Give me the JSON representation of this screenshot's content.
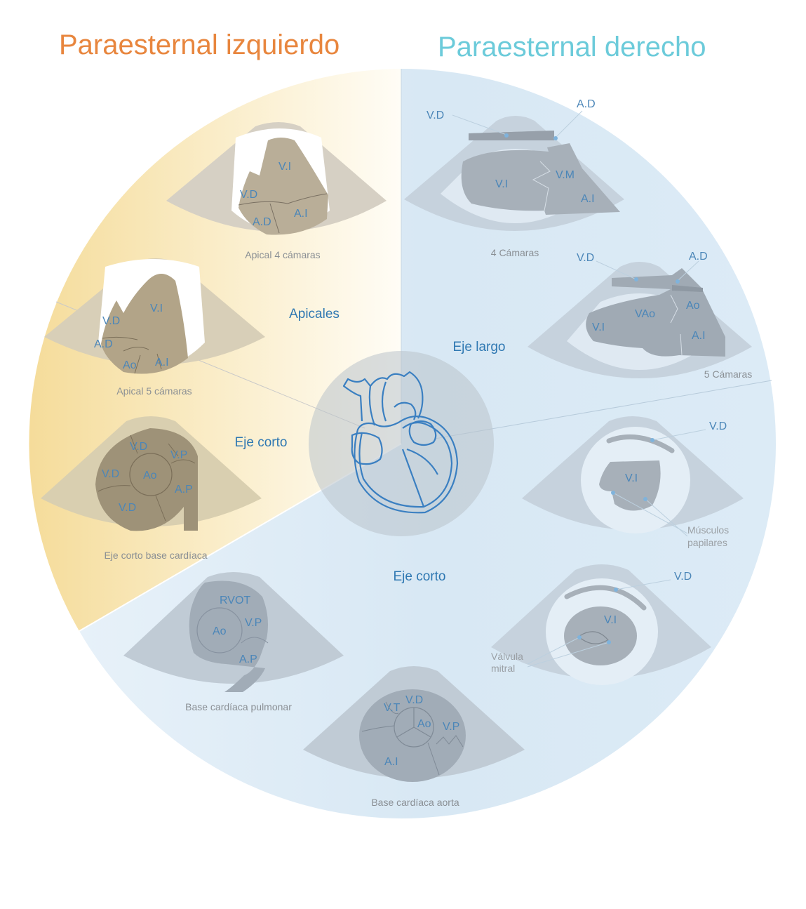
{
  "titles": {
    "left": "Paraesternal izquierdo",
    "right": "Paraesternal derecho"
  },
  "colors": {
    "left_title": "#e8863e",
    "right_title": "#6ccbda",
    "left_sector": "#f7e2a4",
    "right_sector": "#d6e8f4",
    "chamber_label": "#4b86b8",
    "heart_outline": "#3a7fc1"
  },
  "sections": {
    "apicales": "Apicales",
    "eje_corto_left": "Eje corto",
    "eje_largo": "Eje largo",
    "eje_corto_bottom": "Eje corto"
  },
  "views": {
    "apical4": {
      "caption": "Apical 4 cámaras",
      "labels": {
        "vi": "V.I",
        "vd": "V.D",
        "ai": "A.I",
        "ad": "A.D"
      }
    },
    "apical5": {
      "caption": "Apical 5 cámaras",
      "labels": {
        "vi": "V.I",
        "vd": "V.D",
        "ad": "A.D",
        "ao": "Ao",
        "ai": "A.I"
      }
    },
    "ejecortobase": {
      "caption": "Eje corto base cardíaca",
      "labels": {
        "vd1": "V.D",
        "vp": "V.P",
        "vd2": "V.D",
        "ao": "Ao",
        "ap": "A.P",
        "vd3": "V.D"
      }
    },
    "cuatrocam": {
      "caption": "4 Cámaras",
      "labels": {
        "vd": "V.D",
        "ad": "A.D",
        "vi": "V.I",
        "vm": "V.M",
        "ai": "A.I"
      }
    },
    "cincocam": {
      "caption": "5 Cámaras",
      "labels": {
        "vd": "V.D",
        "ad": "A.D",
        "vao": "VAo",
        "ao": "Ao",
        "vi": "V.I",
        "ai": "A.I"
      }
    },
    "musculos": {
      "labels": {
        "vd": "V.D",
        "vi": "V.I"
      },
      "note_line1": "Músculos",
      "note_line2": "papilares"
    },
    "mitral": {
      "labels": {
        "vd": "V.D",
        "vi": "V.I"
      },
      "note_line1": "Válvula",
      "note_line2": "mitral"
    },
    "pulmonar": {
      "caption": "Base cardíaca pulmonar",
      "labels": {
        "rvot": "RVOT",
        "ao": "Ao",
        "vp": "V.P",
        "ap": "A.P"
      }
    },
    "aorta": {
      "caption": "Base cardíaca aorta",
      "labels": {
        "vt": "V.T",
        "vd": "V.D",
        "ao": "Ao",
        "vp": "V.P",
        "ai": "A.I"
      }
    }
  }
}
